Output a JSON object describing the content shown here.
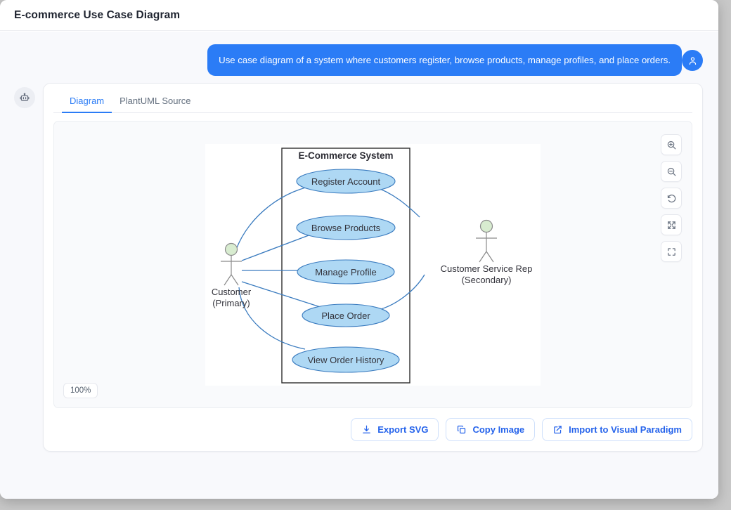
{
  "window": {
    "title": "E-commerce Use Case Diagram"
  },
  "chat": {
    "user_avatar_icon": "user-icon",
    "user_message": "Use case diagram of a system where customers register, browse products, manage profiles, and place orders.",
    "assistant_avatar_icon": "robot-icon"
  },
  "tabs": [
    {
      "label": "Diagram",
      "active": true
    },
    {
      "label": "PlantUML Source",
      "active": false
    }
  ],
  "canvas": {
    "zoom_level": "100%",
    "controls": [
      {
        "name": "zoom-in-icon",
        "title": "Zoom In"
      },
      {
        "name": "zoom-out-icon",
        "title": "Zoom Out"
      },
      {
        "name": "reset-icon",
        "title": "Reset"
      },
      {
        "name": "fit-screen-icon",
        "title": "Fit to Screen"
      },
      {
        "name": "fullscreen-icon",
        "title": "Fullscreen"
      }
    ]
  },
  "actions": [
    {
      "label": "Export SVG",
      "icon": "download-icon"
    },
    {
      "label": "Copy Image",
      "icon": "copy-icon"
    },
    {
      "label": "Import to Visual Paradigm",
      "icon": "external-link-icon"
    }
  ],
  "colors": {
    "accent": "#2b7cf6",
    "bubble": "#2b7cf6",
    "usecase_fill": "#aed8f4",
    "usecase_stroke": "#3a7bbf",
    "actor_head_fill": "#d8ecd0",
    "actor_stroke": "#8a8a8a",
    "link_stroke": "#3a7bbf",
    "system_stroke": "#2f2f2f",
    "diagram_text": "#33333b",
    "canvas_bg": "#ffffff"
  },
  "diagram": {
    "type": "uml-use-case",
    "system_boundary": "E-Commerce System",
    "actors": [
      {
        "id": "customer",
        "label_lines": [
          "Customer",
          "(Primary)"
        ],
        "side": "left"
      },
      {
        "id": "csr",
        "label_lines": [
          "Customer Service Rep",
          "(Secondary)"
        ],
        "side": "right"
      }
    ],
    "use_cases": [
      {
        "id": "uc1",
        "label": "Register Account"
      },
      {
        "id": "uc2",
        "label": "Browse Products"
      },
      {
        "id": "uc3",
        "label": "Manage Profile"
      },
      {
        "id": "uc4",
        "label": "Place Order"
      },
      {
        "id": "uc5",
        "label": "View Order History"
      }
    ],
    "associations": [
      {
        "from": "customer",
        "to": "uc1"
      },
      {
        "from": "customer",
        "to": "uc2"
      },
      {
        "from": "customer",
        "to": "uc3"
      },
      {
        "from": "customer",
        "to": "uc4"
      },
      {
        "from": "customer",
        "to": "uc5"
      },
      {
        "from": "csr",
        "to": "uc1"
      },
      {
        "from": "csr",
        "to": "uc4"
      }
    ]
  }
}
